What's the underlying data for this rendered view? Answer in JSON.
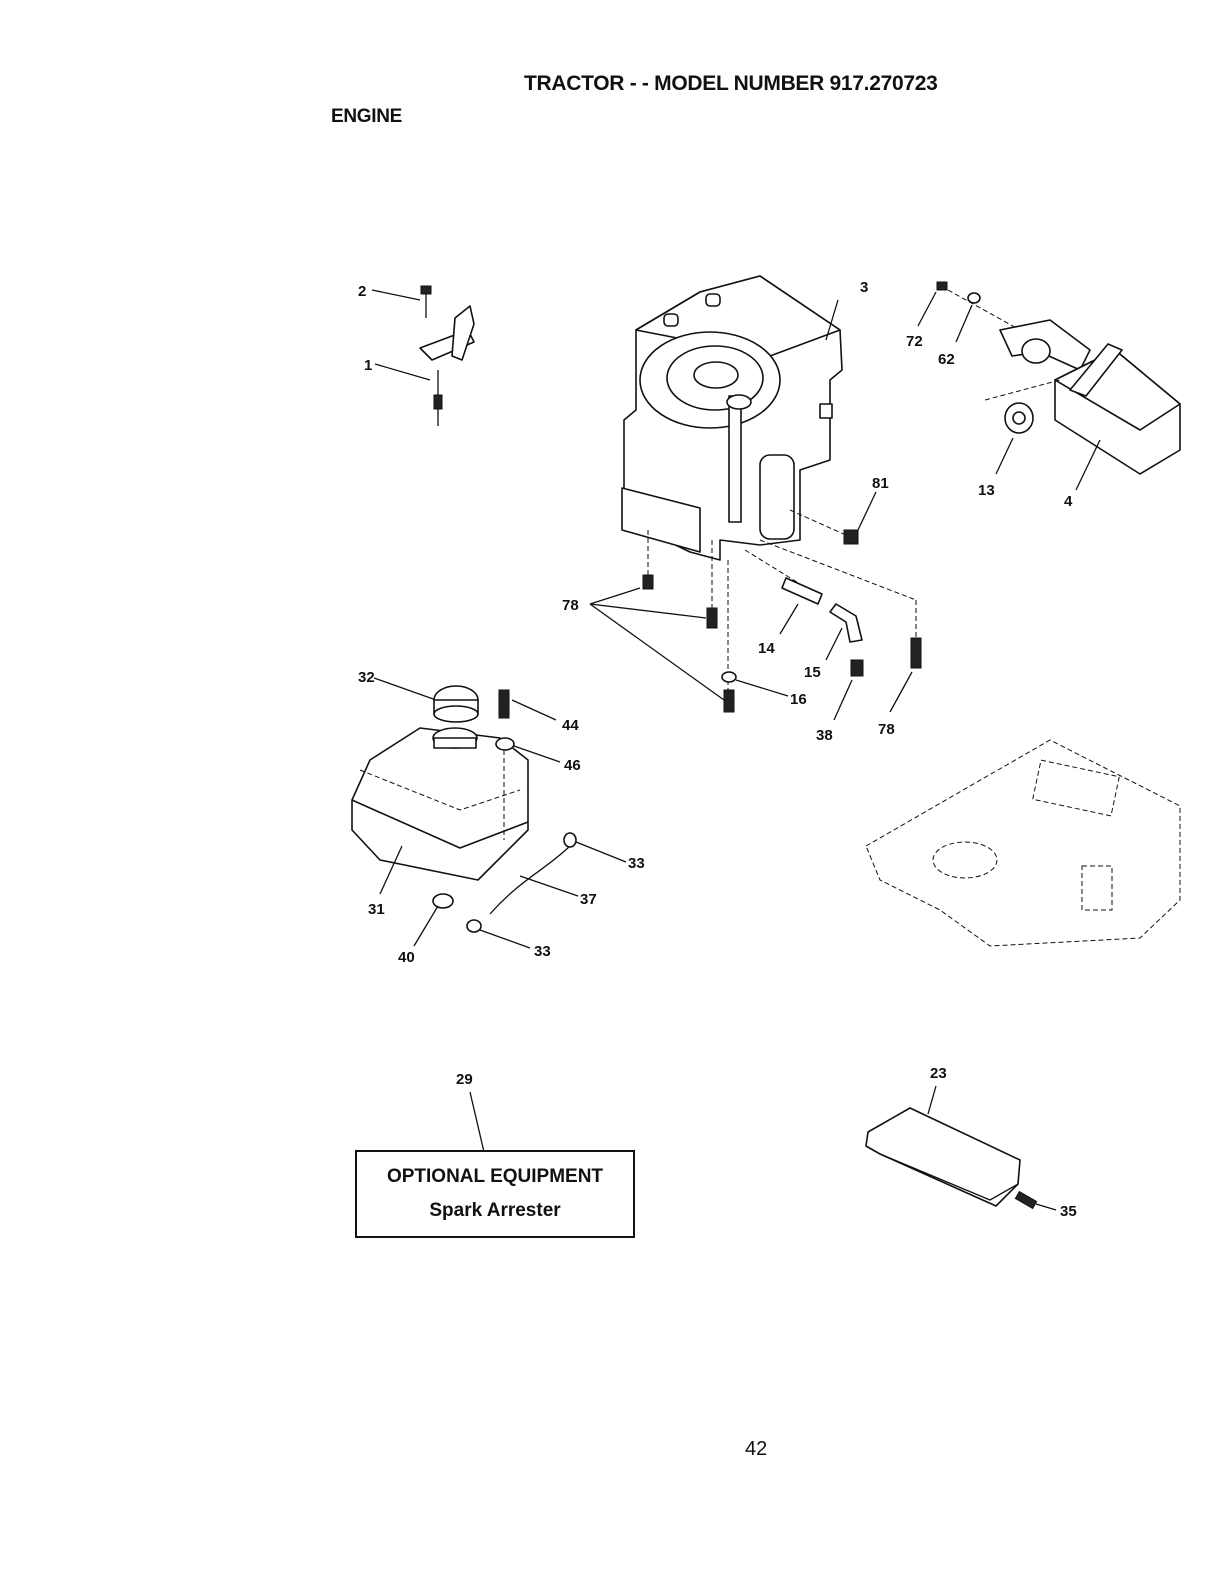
{
  "header": {
    "title": "TRACTOR - - MODEL NUMBER 917.270723",
    "section": "ENGINE"
  },
  "callouts": {
    "c1": "1",
    "c2": "2",
    "c3": "3",
    "c4": "4",
    "c13": "13",
    "c14": "14",
    "c15": "15",
    "c16": "16",
    "c23": "23",
    "c29": "29",
    "c31": "31",
    "c32": "32",
    "c33a": "33",
    "c33b": "33",
    "c35": "35",
    "c37": "37",
    "c38": "38",
    "c40": "40",
    "c44": "44",
    "c46": "46",
    "c62": "62",
    "c72": "72",
    "c78a": "78",
    "c78b": "78",
    "c81": "81"
  },
  "optional": {
    "title": "OPTIONAL EQUIPMENT",
    "item": "Spark Arrester"
  },
  "page_number": "42"
}
